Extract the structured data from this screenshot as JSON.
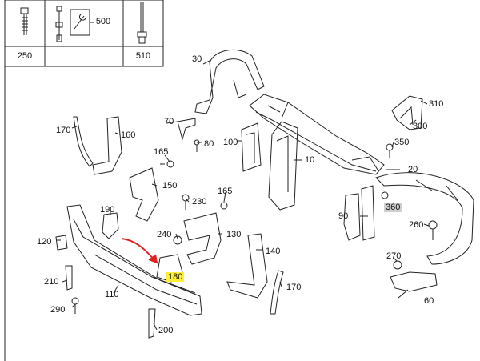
{
  "colors": {
    "line": "#222222",
    "highlight": "#ffef3a",
    "gray_tag": "#cfcfcf",
    "arrow": "#e02020"
  },
  "parts_boxes": {
    "box1": {
      "number": "250"
    },
    "box2": {
      "number": "",
      "icon": "wrench-icon",
      "extra": "500"
    },
    "box3": {
      "number": "510"
    }
  },
  "callouts": {
    "c30": "30",
    "c310": "310",
    "c300": "300",
    "c170a": "170",
    "c160": "160",
    "c70": "70",
    "c80": "80",
    "c165a": "165",
    "c100": "100",
    "c10": "10",
    "c350": "350",
    "c20": "20",
    "c150": "150",
    "c230": "230",
    "c165b": "165",
    "c360": "360",
    "c90": "90",
    "c190": "190",
    "c240": "240",
    "c130": "130",
    "c260": "260",
    "c120": "120",
    "c140": "140",
    "c270": "270",
    "c210": "210",
    "c180": "180",
    "c170b": "170",
    "c60": "60",
    "c110": "110",
    "c290": "290",
    "c200": "200"
  },
  "highlighted_part": "180",
  "gray_tagged_part": "360"
}
